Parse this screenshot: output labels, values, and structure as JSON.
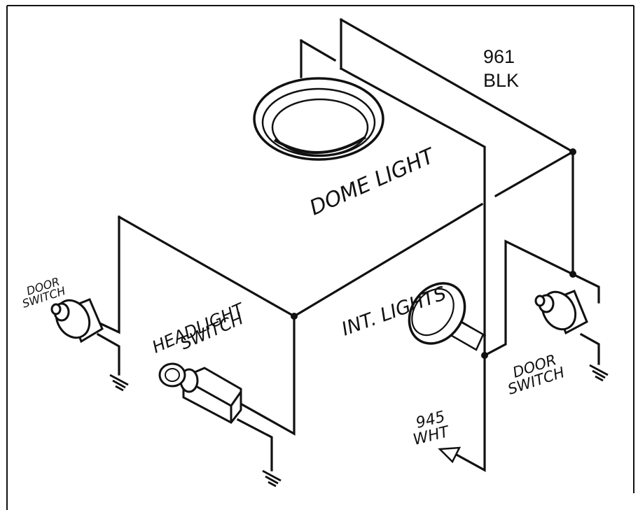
{
  "labels": {
    "wire_961_num": "961",
    "wire_961_color": "BLK",
    "dome_light": "DOME LIGHT",
    "int_lights": "INT. LIGHTS",
    "headlight_switch_line1": "HEADLIGHT",
    "headlight_switch_line2": "SWITCH",
    "door_switch_left_line1": "DOOR",
    "door_switch_left_line2": "SWITCH",
    "door_switch_right_line1": "DOOR",
    "door_switch_right_line2": "SWITCH",
    "wire_945_num": "945",
    "wire_945_color": "WHT"
  },
  "colors": {
    "ink": "#111111",
    "paper": "#ffffff"
  }
}
